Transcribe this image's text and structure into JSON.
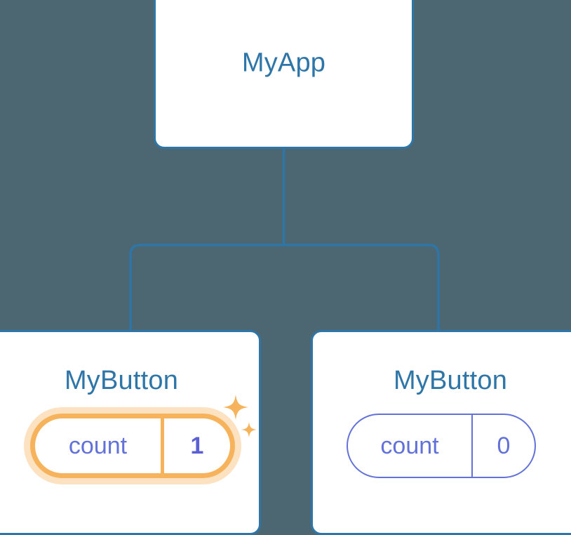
{
  "diagram": {
    "type": "component-tree",
    "background_color": "#4c6771",
    "node_border_color": "#2e75a8",
    "title_color": "#2e75a8",
    "state_color": "#6272d9",
    "highlight_color": "#f7b35c",
    "connector_color": "#2e75a8"
  },
  "nodes": {
    "root": {
      "label": "MyApp"
    },
    "child_left": {
      "label": "MyButton",
      "state": {
        "key": "count",
        "value": "1"
      },
      "highlighted": true,
      "sparkle_icons": [
        "sparkle-large-icon",
        "sparkle-small-icon"
      ]
    },
    "child_right": {
      "label": "MyButton",
      "state": {
        "key": "count",
        "value": "0"
      },
      "highlighted": false
    }
  },
  "edges": [
    {
      "from": "root",
      "to": "child_left"
    },
    {
      "from": "root",
      "to": "child_right"
    }
  ]
}
